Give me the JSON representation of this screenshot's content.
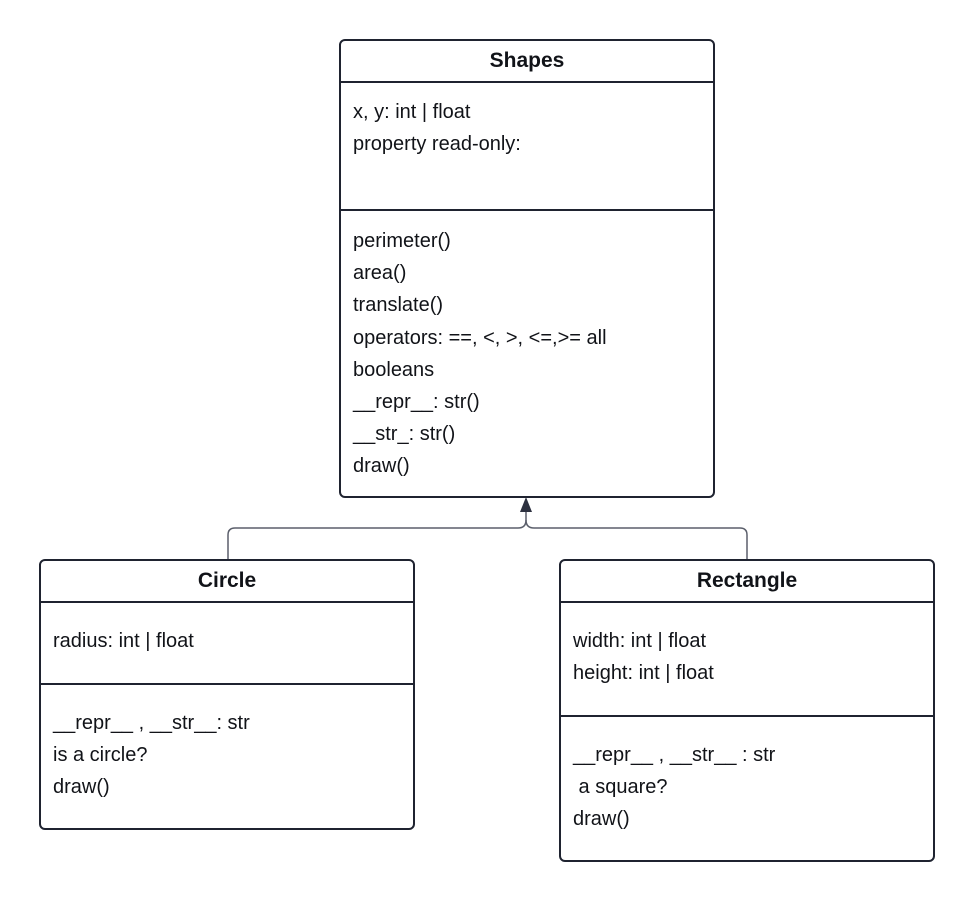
{
  "classes": {
    "shapes": {
      "name": "Shapes",
      "attributes": [
        "x, y: int | float",
        "property read-only:"
      ],
      "methods": [
        "perimeter()",
        "area()",
        "translate()",
        "operators: ==, <, >, <=,>= all",
        "booleans",
        "__repr__: str()",
        "__str_: str()",
        "draw()"
      ]
    },
    "circle": {
      "name": "Circle",
      "attributes": [
        "radius: int | float"
      ],
      "methods": [
        "__repr__ , __str__: str",
        "is a circle?",
        "draw()"
      ]
    },
    "rectangle": {
      "name": "Rectangle",
      "attributes": [
        "width: int | float",
        "height: int | float"
      ],
      "methods": [
        "__repr__ , __str__ : str",
        " a square?",
        "draw()"
      ]
    }
  },
  "relationships": [
    {
      "type": "inheritance",
      "from": "Circle",
      "to": "Shapes"
    },
    {
      "type": "inheritance",
      "from": "Rectangle",
      "to": "Shapes"
    }
  ],
  "colors": {
    "border": "#1f2330",
    "connector": "#5b5f6b",
    "text": "#111318",
    "background": "#ffffff"
  }
}
